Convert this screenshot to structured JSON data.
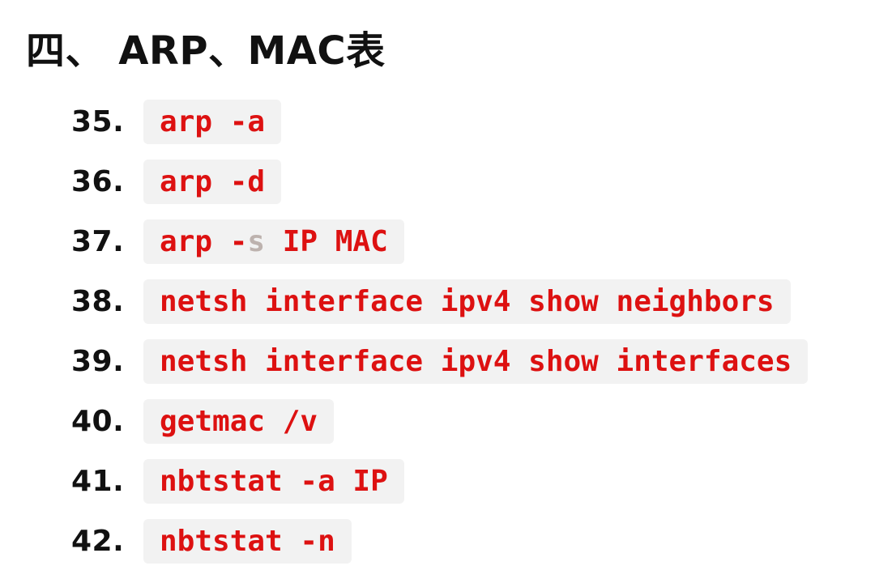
{
  "heading": "四、 ARP、MAC表",
  "commands": [
    {
      "number": "35.",
      "code": "arp -a"
    },
    {
      "number": "36.",
      "code": "arp -d"
    },
    {
      "number": "37.",
      "code_before": "arp -",
      "code_faded": "s",
      "code_after": " IP MAC"
    },
    {
      "number": "38.",
      "code": "netsh interface ipv4 show neighbors"
    },
    {
      "number": "39.",
      "code": "netsh interface ipv4 show interfaces"
    },
    {
      "number": "40.",
      "code": "getmac /v"
    },
    {
      "number": "41.",
      "code": "nbtstat -a IP"
    },
    {
      "number": "42.",
      "code": "nbtstat -n"
    }
  ],
  "colors": {
    "text": "#111111",
    "code": "#dd1111",
    "code_background": "#f2f2f2",
    "faded_char": "#bdb2ae"
  }
}
